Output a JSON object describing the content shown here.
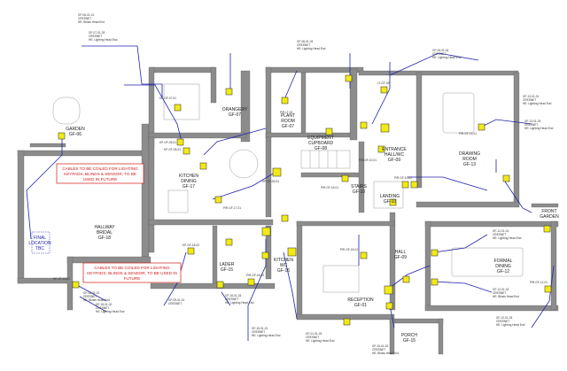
{
  "colors": {
    "wall": "#8c8c8c",
    "wall_dark": "#6a6a6a",
    "cable": "#2222aa",
    "device_fill": "#f2ea16",
    "device_stroke": "#222222",
    "warning": "#d01818",
    "furniture": "#9a9a9a"
  },
  "rooms": [
    {
      "id": "garden",
      "lines": [
        "GARDEN",
        "GF-06"
      ]
    },
    {
      "id": "orangery",
      "lines": [
        "ORANGERY",
        "GF-07"
      ]
    },
    {
      "id": "plant",
      "lines": [
        "PLANT",
        "ROOM",
        "GF-07"
      ]
    },
    {
      "id": "equipment",
      "lines": [
        "EQUIPMENT",
        "CUPBOARD",
        "GF-08"
      ]
    },
    {
      "id": "entrance",
      "lines": [
        "ENTRANCE",
        "HALL/WC",
        "GF-09"
      ]
    },
    {
      "id": "drawing",
      "lines": [
        "DRAWING",
        "ROOM",
        "GF-13"
      ]
    },
    {
      "id": "kitchen",
      "lines": [
        "KITCHEN",
        "DINING",
        "GF-17"
      ]
    },
    {
      "id": "stairs",
      "lines": [
        "STAIRS",
        "GF-10"
      ]
    },
    {
      "id": "landing",
      "lines": [
        "LANDING",
        "GF-10"
      ]
    },
    {
      "id": "hallway",
      "lines": [
        "HALLWAY",
        "BRIDAL",
        "GF-18"
      ]
    },
    {
      "id": "larder",
      "lines": [
        "LADER",
        "GF-15"
      ]
    },
    {
      "id": "kitchen-wc",
      "lines": [
        "KITCHEN",
        "WC",
        "GF-16"
      ]
    },
    {
      "id": "hall",
      "lines": [
        "HALL",
        "GF-09"
      ]
    },
    {
      "id": "reception",
      "lines": [
        "RECEPTION",
        "GF-01"
      ]
    },
    {
      "id": "formal-dining",
      "lines": [
        "FORMAL",
        "DINING",
        "GF-12"
      ]
    },
    {
      "id": "front-garden",
      "lines": [
        "FRONT",
        "GARDEN"
      ]
    },
    {
      "id": "porch",
      "lines": [
        "PORCH",
        "GF-15"
      ]
    },
    {
      "id": "final-location",
      "lines": [
        "FINAL",
        "LOCATION",
        "TBC"
      ]
    }
  ],
  "notes": [
    {
      "id": "note-top",
      "lines": [
        "CABLES TO BE COILED FOR LIGHTING",
        "KEYPADS, BLINDS & SENSOR, TO BE",
        "USED IN FUTURE"
      ]
    },
    {
      "id": "note-bottom",
      "lines": [
        "CABLES TO BE COILED FOR LIGHTING",
        "KEYPADS, BLINDS & SENSOR, TO BE USED IN",
        "FUTURE"
      ]
    }
  ],
  "device_labels": [
    {
      "id": "dl-1",
      "text": "KP-GF-07-01"
    },
    {
      "id": "dl-2",
      "text": "KP-GF-05-01"
    },
    {
      "id": "dl-3",
      "text": "KP-GF-05-03"
    },
    {
      "id": "dl-4",
      "text": "KP-GF-05-04"
    },
    {
      "id": "dl-5",
      "text": "PIR-GF-16-01"
    },
    {
      "id": "dl-6",
      "text": "PIR-GF-13-01"
    },
    {
      "id": "dl-7",
      "text": "PIR-GF-10-01"
    },
    {
      "id": "dl-8",
      "text": "PIR-GF-10-02"
    },
    {
      "id": "dl-9",
      "text": "KP-GF-18-03"
    },
    {
      "id": "dl-10",
      "text": "KP-GF-18-01"
    },
    {
      "id": "dl-11",
      "text": "PIR-GF-18-03"
    },
    {
      "id": "dl-12",
      "text": "PIR-GF-18-01"
    },
    {
      "id": "dl-13",
      "text": "PIR-GF-17-01"
    },
    {
      "id": "dl-14",
      "text": "PIR-GF-12-01"
    },
    {
      "id": "dl-15",
      "text": "LT-GF-09"
    },
    {
      "id": "dl-16",
      "text": "PIR-LT-00"
    }
  ],
  "cable_notes": [
    {
      "id": "cn-1",
      "lines": [
        "GF-06-01-01",
        "CRESNET",
        "HE: Blinds Head End"
      ]
    },
    {
      "id": "cn-2",
      "lines": [
        "GF-07-01-02",
        "CRESNET",
        "HE: Lighting Head End"
      ]
    },
    {
      "id": "cn-3",
      "lines": [
        "GF-08-01-03",
        "CRESNET",
        "HE: Lighting Head End"
      ]
    },
    {
      "id": "cn-4",
      "lines": [
        "GF-13-01-01",
        "CRESNET",
        "HE: Lighting Head End"
      ]
    },
    {
      "id": "cn-5",
      "lines": [
        "GF-13-01-03",
        "CRESNET",
        "HE: Lighting Head End"
      ]
    },
    {
      "id": "cn-6",
      "lines": [
        "GF-06-01-04",
        "CRESNET",
        "HE: Lighting Head End"
      ]
    },
    {
      "id": "cn-7",
      "lines": [
        "GF-18-01-01",
        "CRESNET",
        "HE: Blinds Head End"
      ]
    },
    {
      "id": "cn-8",
      "lines": [
        "GF-18-01-02",
        "CRESNET",
        "HE: Lighting Head End"
      ]
    },
    {
      "id": "cn-9",
      "lines": [
        "GF-16-01-03",
        "CRESNET",
        "HE: Lighting Head End"
      ]
    },
    {
      "id": "cn-10",
      "lines": [
        "GF-15-01-01",
        "CRESNET",
        "HE: Lighting Head End"
      ]
    },
    {
      "id": "cn-11",
      "lines": [
        "GF-01-01-03",
        "CRESNET",
        "HE: Lighting Head End"
      ]
    },
    {
      "id": "cn-12",
      "lines": [
        "GF-12-01-01",
        "CRESNET",
        "HE: Lighting Head End"
      ]
    },
    {
      "id": "cn-13",
      "lines": [
        "GF-12-01-02",
        "CRESNET",
        "HE: Blinds Head End"
      ]
    },
    {
      "id": "cn-14",
      "lines": [
        "GF-12-01-03",
        "CRESNET",
        "HE: Lighting Head End"
      ]
    },
    {
      "id": "cn-15",
      "lines": [
        "GF-15-01-02",
        "CRESNET",
        "HE: Blinds Head End"
      ]
    },
    {
      "id": "cn-16",
      "lines": [
        "GF-09-01-01",
        "CRESNET"
      ]
    }
  ]
}
